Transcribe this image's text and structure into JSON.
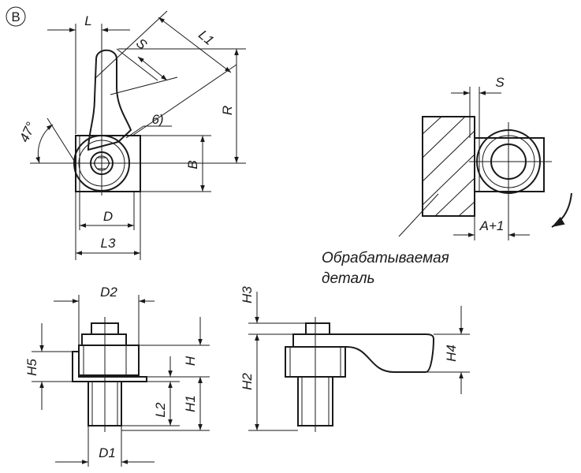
{
  "view_label": "B",
  "dimensions": {
    "L": "L",
    "L1": "L1",
    "S_top": "S",
    "angle": "47°",
    "note": "6)",
    "R": "R",
    "B": "B",
    "D": "D",
    "L3": "L3",
    "S_side": "S",
    "A1": "A+1",
    "D2": "D2",
    "H5": "H5",
    "H": "H",
    "L2": "L2",
    "H1": "H1",
    "D1": "D1",
    "H3": "H3",
    "H2": "H2",
    "H4": "H4"
  },
  "caption": {
    "line1": "Обрабатываемая",
    "line2": "деталь"
  }
}
